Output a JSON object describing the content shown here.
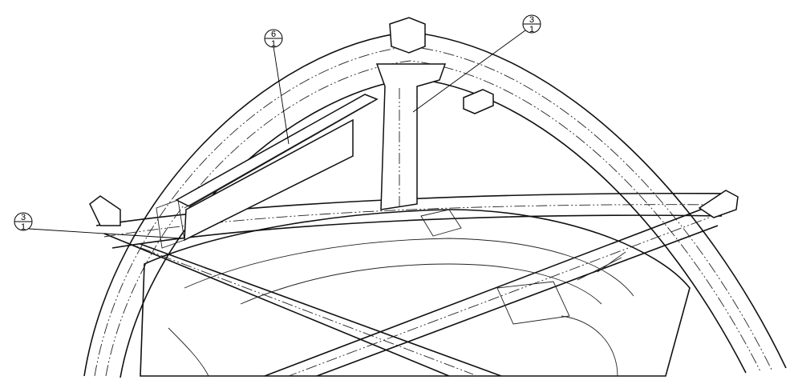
{
  "callouts": [
    {
      "id": "callout-6",
      "top": "6",
      "bottom": "1"
    },
    {
      "id": "callout-3-right",
      "top": "3",
      "bottom": "1"
    },
    {
      "id": "callout-3-left",
      "top": "3",
      "bottom": "1"
    }
  ],
  "colors": {
    "ink": "#111111",
    "paper": "#ffffff"
  }
}
